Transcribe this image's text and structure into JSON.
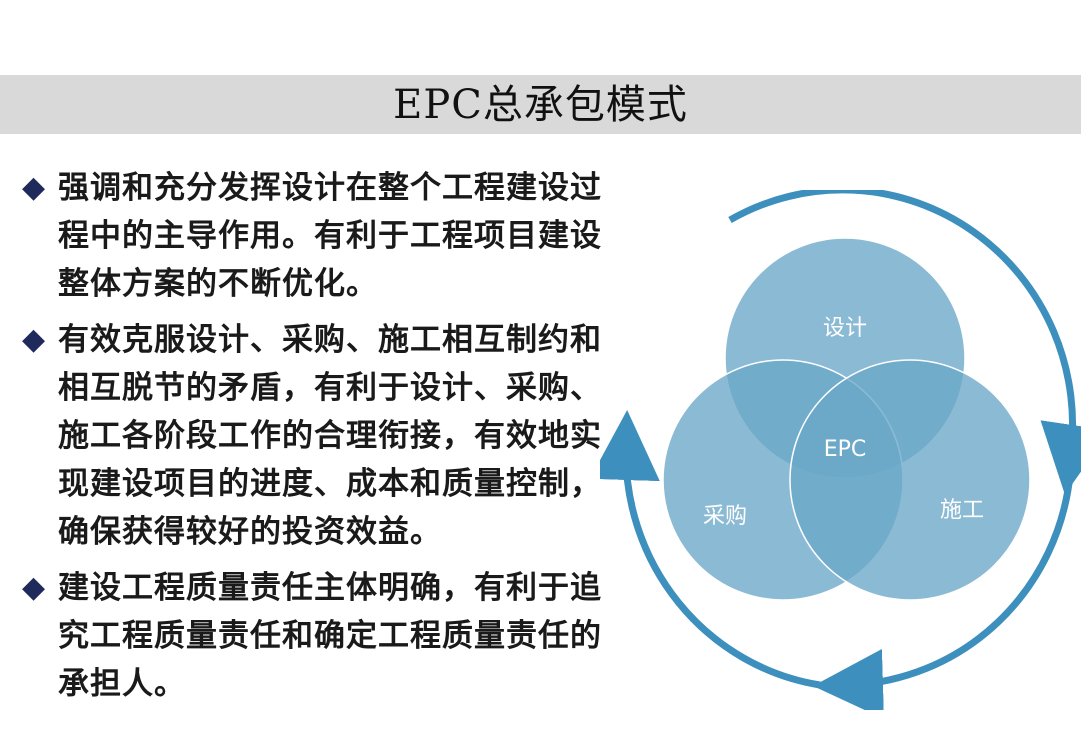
{
  "slide": {
    "title": "EPC总承包模式",
    "bullet_symbol": "◆",
    "bullets": [
      "强调和充分发挥设计在整个工程建设过程中的主导作用。有利于工程项目建设整体方案的不断优化。",
      "有效克服设计、采购、施工相互制约和相互脱节的矛盾，有利于设计、采购、施工各阶段工作的合理衔接，有效地实现建设项目的进度、成本和质量控制，确保获得较好的投资效益。",
      "建设工程质量责任主体明确，有利于追究工程质量责任和确定工程质量责任的承担人。"
    ]
  },
  "diagram": {
    "circles": {
      "design": "设计",
      "procurement": "采购",
      "construction": "施工",
      "center": "EPC"
    },
    "colors": {
      "circle_fill": "#6aa8c8",
      "arrow": "#3d90bd",
      "bullet_marker": "#1f2a5c",
      "title_band": "#d9d9d9"
    },
    "icons": [
      "circular-cycle-arrow-icon"
    ]
  }
}
